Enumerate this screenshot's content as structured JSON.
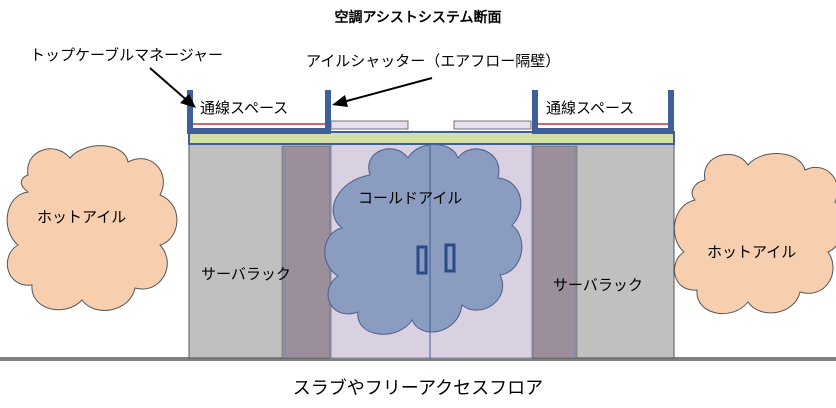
{
  "title": "空調アシストシステム断面",
  "labels": {
    "tray_manager": "トップケーブルマネージャー",
    "aisle_shutter": "アイルシャッター（エアフロー隔壁）",
    "cable_space_left": "通線スペース",
    "cable_space_right": "通線スペース",
    "hot_aisle_left": "ホットアイル",
    "hot_aisle_right": "ホットアイル",
    "cold_aisle": "コールドアイル",
    "server_rack_left": "サーバラック",
    "server_rack_right": "サーバラック",
    "floor": "スラブやフリーアクセスフロア"
  },
  "colors": {
    "rack_fill": "#c0c0c0",
    "rack_inner": "#9b8f9c",
    "aisle_fill": "#d9d0e2",
    "cloud_cold": "#8a9cbf",
    "cloud_hot": "#f8cfae",
    "frame_blue": "#3e5f99",
    "band_green": "#d3dfa5",
    "red_line": "#cc3333",
    "floor_line": "#808080"
  }
}
